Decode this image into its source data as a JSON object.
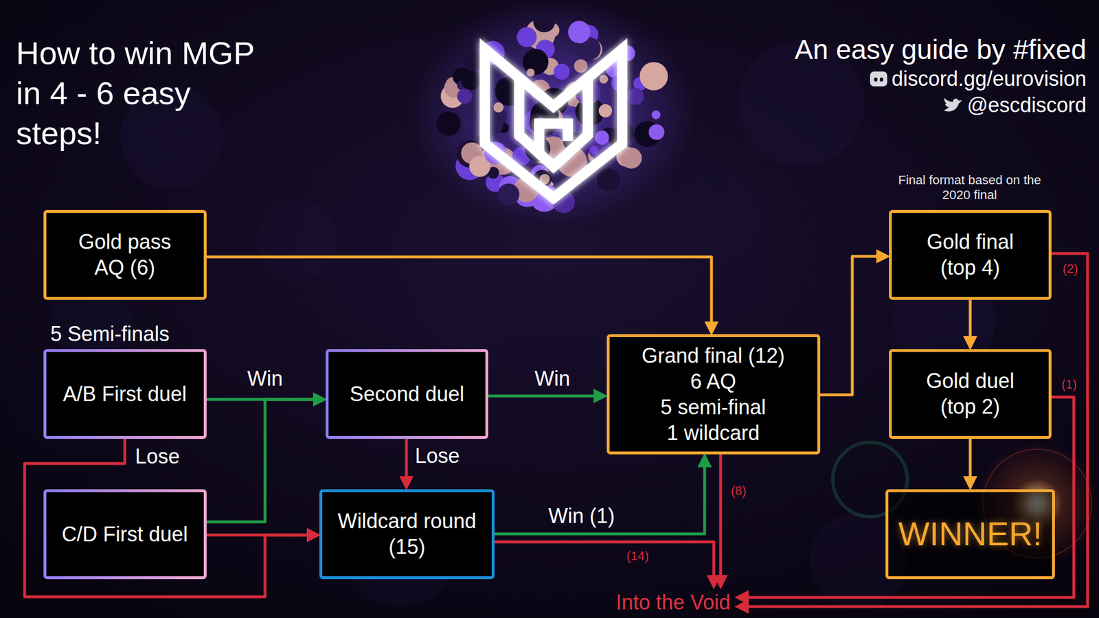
{
  "diagram": {
    "title": "How to win MGP in 4 - 6 easy steps!",
    "nodes": [
      {
        "text": [
          "Gold pass AQ (6)"
        ]
      },
      {
        "text": [
          "Gold final (top 4)"
        ]
      },
      {
        "text": [
          "A/B First duel"
        ]
      },
      {
        "text": [
          "Second duel"
        ]
      },
      {
        "text": [
          "Grand final (12)",
          "6 AQ",
          "5 semi-final",
          "1 wildcard"
        ]
      },
      {
        "text": [
          "Gold duel (top 2)"
        ]
      },
      {
        "text": [
          "C/D First duel"
        ]
      },
      {
        "text": [
          "Wildcard round (15)"
        ]
      },
      {
        "text": [
          "WINNER!"
        ]
      },
      {
        "text": [
          "Into the Void"
        ]
      }
    ],
    "edges": [
      {
        "from": 0,
        "to": 4,
        "arrow": "to"
      },
      {
        "from": 1,
        "to": 5,
        "arrow": "to"
      },
      {
        "from": 1,
        "to": 9,
        "label": "(2)",
        "arrow": "to"
      },
      {
        "from": 2,
        "to": 3,
        "label": "Win",
        "arrow": "to"
      },
      {
        "from": 2,
        "to": 7,
        "label": "Lose",
        "arrow": "to"
      },
      {
        "from": 3,
        "to": 4,
        "label": "Win",
        "arrow": "to"
      },
      {
        "from": 3,
        "to": 7,
        "label": "Lose",
        "arrow": "to"
      },
      {
        "from": 4,
        "to": 1,
        "arrow": "to"
      },
      {
        "from": 4,
        "to": 9,
        "label": "(8)",
        "arrow": "to"
      },
      {
        "from": 5,
        "to": 8,
        "arrow": "to"
      },
      {
        "from": 5,
        "to": 9,
        "label": "(1)",
        "arrow": "to"
      },
      {
        "from": 6,
        "to": 3,
        "arrow": "to"
      },
      {
        "from": 6,
        "to": 7,
        "arrow": "to"
      },
      {
        "from": 7,
        "to": 4,
        "label": "Win (1)",
        "arrow": "to"
      },
      {
        "from": 7,
        "to": 9,
        "label": "(14)",
        "arrow": "to"
      }
    ],
    "labels": [
      "An easy guide by #fixed",
      "discord.gg/eurovision",
      "@escdiscord",
      "5 Semi-finals",
      "Final format based on the 2020 final"
    ]
  }
}
